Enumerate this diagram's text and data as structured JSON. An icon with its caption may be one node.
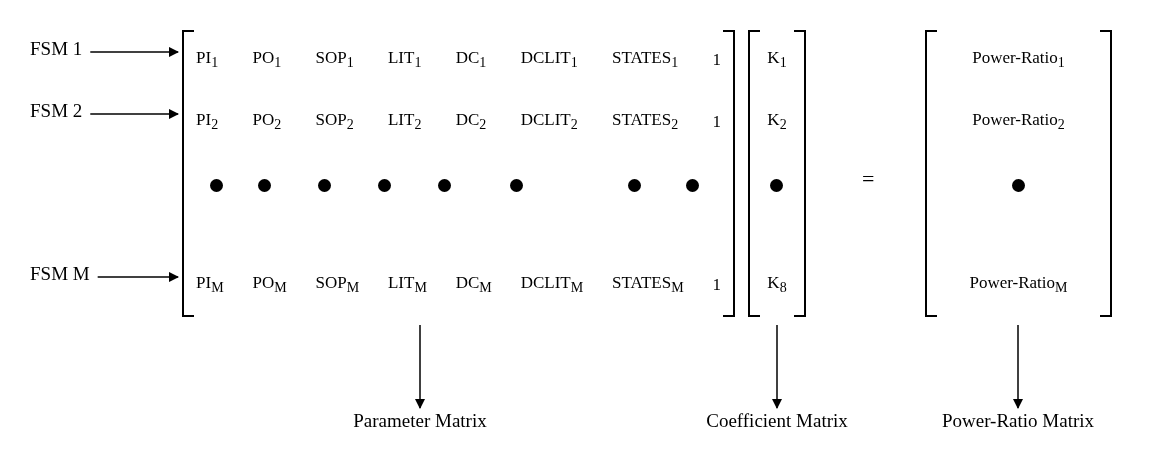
{
  "diagram": {
    "nodes": [
      {
        "text": [
          "FSM 1"
        ]
      },
      {
        "text": [
          "FSM 2"
        ]
      },
      {
        "text": [
          "FSM M"
        ]
      },
      {
        "text": [],
        "shape": "box"
      },
      {
        "text": [
          "PI$_{1}$",
          "PO$_{1}$",
          "SOP$_{1}$",
          "LIT$_{1}$",
          "DC$_{1}$",
          "DCLIT$_{1}$",
          "STATES$_{1}$",
          "1"
        ],
        "in": 3
      },
      {
        "text": [
          "PI$_{2}$",
          "PO$_{2}$",
          "SOP$_{2}$",
          "LIT$_{2}$",
          "DC$_{2}$",
          "DCLIT$_{2}$",
          "STATES$_{2}$",
          "1"
        ],
        "in": 3
      },
      {
        "text": [
          "PI$_{M}$",
          "PO$_{M}$",
          "SOP$_{M}$",
          "LIT$_{M}$",
          "DC$_{M}$",
          "DCLIT$_{M}$",
          "STATES$_{M}$",
          "1"
        ],
        "in": 3
      },
      {
        "text": [],
        "shape": "box"
      },
      {
        "text": [
          "K$_{1}$"
        ],
        "in": 7
      },
      {
        "text": [
          "K$_{2}$"
        ],
        "in": 7
      },
      {
        "text": [
          "K$_{8}$"
        ],
        "in": 7
      },
      {
        "text": [],
        "shape": "box"
      },
      {
        "text": [
          "Power-Ratio$_{1}$"
        ],
        "in": 11
      },
      {
        "text": [
          "Power-Ratio$_{2}$"
        ],
        "in": 11
      },
      {
        "text": [
          "Power-Ratio$_{M}$"
        ],
        "in": 11
      },
      {
        "text": [
          "Parameter Matrix"
        ]
      },
      {
        "text": [
          "Coefficient Matrix"
        ]
      },
      {
        "text": [
          "Power-Ratio Matrix"
        ]
      }
    ],
    "edges": [
      {
        "from": 0,
        "to": 4,
        "arrow": "to"
      },
      {
        "from": 1,
        "to": 5,
        "arrow": "to"
      },
      {
        "from": 2,
        "to": 6,
        "arrow": "to"
      },
      {
        "from": 3,
        "to": 15,
        "arrow": "to"
      },
      {
        "from": 7,
        "to": 16,
        "arrow": "to"
      },
      {
        "from": 11,
        "to": 17,
        "arrow": "to"
      }
    ],
    "labels": [
      "="
    ]
  }
}
